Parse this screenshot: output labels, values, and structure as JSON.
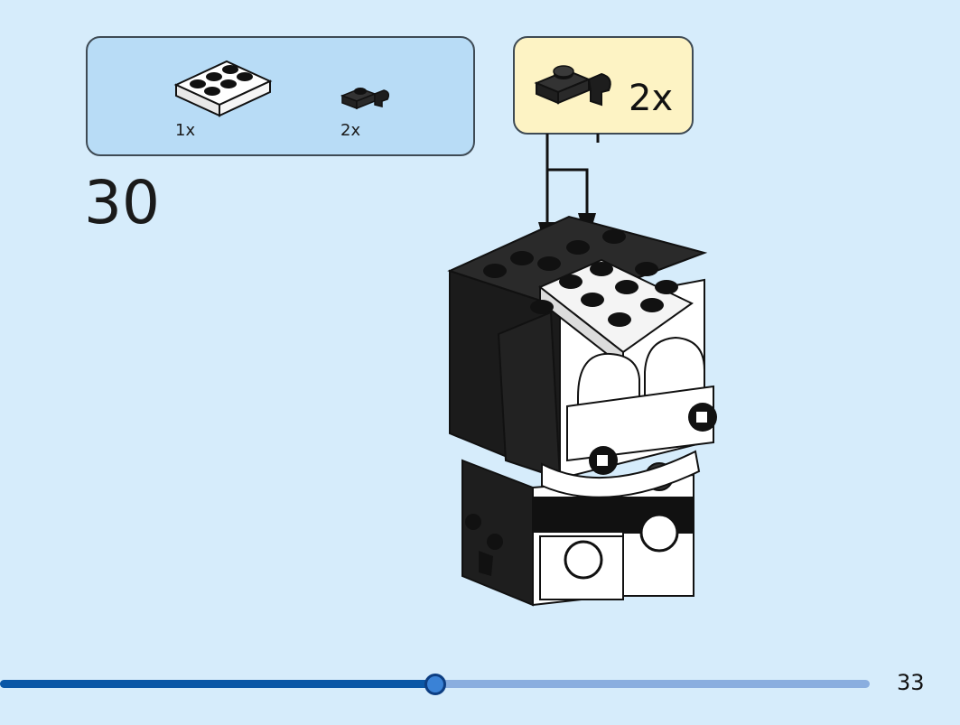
{
  "parts_list": {
    "items": [
      {
        "icon": "white-2x3-plate-icon",
        "quantity": "1x"
      },
      {
        "icon": "black-clip-plate-icon",
        "quantity": "2x"
      }
    ]
  },
  "callout": {
    "icon": "black-clip-plate-icon",
    "quantity": "2x"
  },
  "step": {
    "number": "30"
  },
  "progress": {
    "fraction": 0.5
  },
  "page": {
    "number": "33"
  },
  "colors": {
    "background": "#d6ecfb",
    "parts_box": "#b8dcf6",
    "callout_box": "#fdf3c4",
    "progress_fill": "#0a57a6",
    "progress_track": "#8aaedf"
  }
}
